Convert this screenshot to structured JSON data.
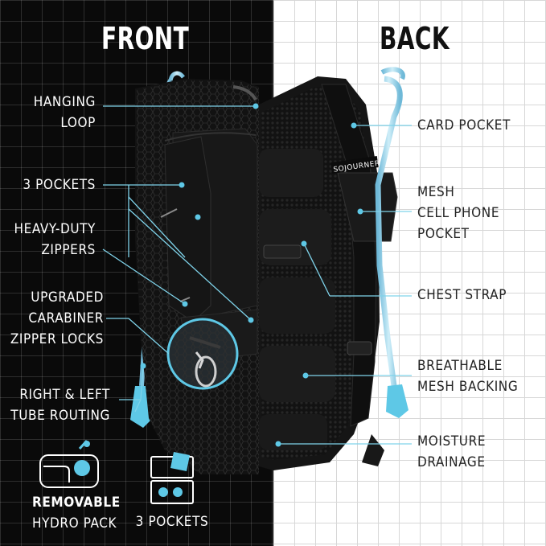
{
  "headers": {
    "front": "FRONT",
    "back": "BACK"
  },
  "brand": "SOJOURNER",
  "left_labels": {
    "hanging_loop": [
      "HANGING",
      "LOOP"
    ],
    "three_pockets": [
      "3 POCKETS"
    ],
    "zippers": [
      "HEAVY-DUTY",
      "ZIPPERS"
    ],
    "carabiner": [
      "UPGRADED",
      "CARABINER",
      "ZIPPER LOCKS"
    ],
    "tube_routing": [
      "RIGHT & LEFT",
      "TUBE ROUTING"
    ]
  },
  "right_labels": {
    "card_pocket": [
      "CARD POCKET"
    ],
    "mesh_pocket": [
      "MESH",
      "CELL PHONE",
      "POCKET"
    ],
    "chest_strap": [
      "CHEST STRAP"
    ],
    "mesh_backing": [
      "BREATHABLE",
      "MESH BACKING"
    ],
    "drainage": [
      "MOISTURE",
      "DRAINAGE"
    ]
  },
  "features": {
    "hydro": [
      "REMOVABLE",
      "HYDRO PACK"
    ],
    "pockets": [
      "3 POCKETS"
    ]
  },
  "colors": {
    "accent": "#5ec8e6",
    "line": "#7fd3ea",
    "dark_bg": "#0a0a0a"
  },
  "icons": [
    "hydration-bladder-icon",
    "pockets-icon"
  ]
}
